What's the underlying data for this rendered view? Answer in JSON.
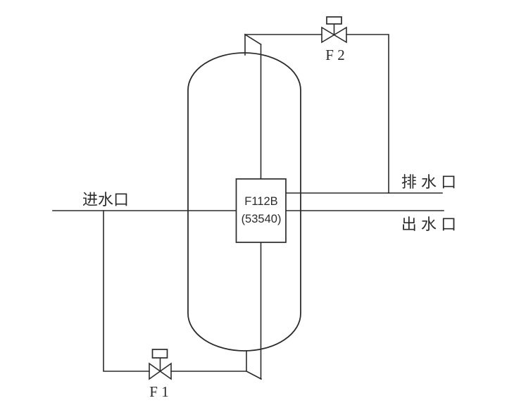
{
  "vessel": {
    "tag": "F112B",
    "tag_number": "(53540)"
  },
  "valves": [
    {
      "id": "valve-f1",
      "label": "F 1"
    },
    {
      "id": "valve-f2",
      "label": "F 2"
    }
  ],
  "ports": {
    "inlet": "进水口",
    "drain": "排 水 口",
    "outlet": "出 水 口"
  },
  "colors": {
    "line": "#2b2b2b",
    "background": "#ffffff"
  }
}
